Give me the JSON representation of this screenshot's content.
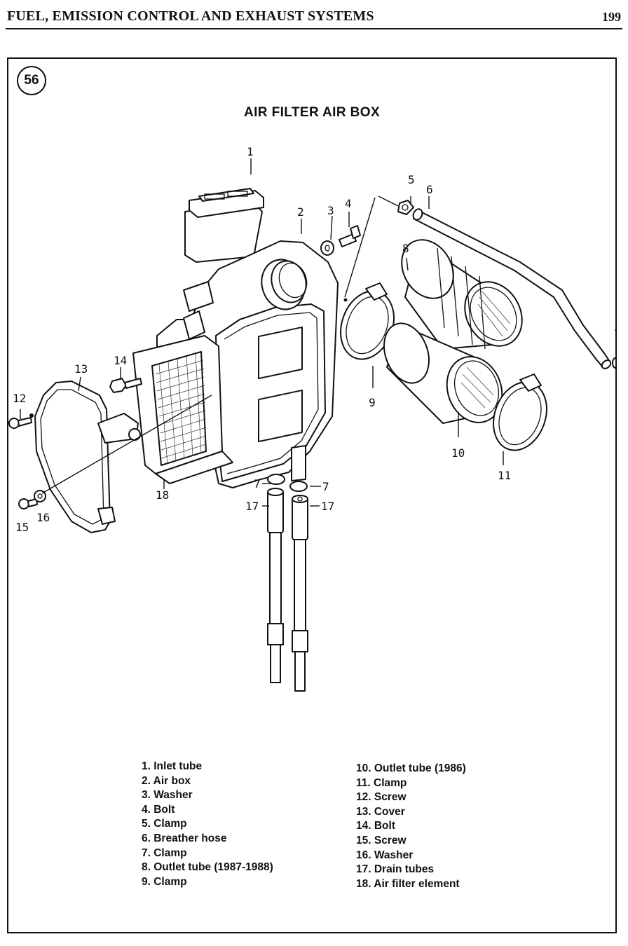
{
  "header": {
    "section_title": "FUEL, EMISSION CONTROL AND EXHAUST SYSTEMS",
    "page_number": "199"
  },
  "figure": {
    "number": "56",
    "title": "AIR FILTER AIR BOX"
  },
  "callouts": [
    "1",
    "2",
    "3",
    "4",
    "5",
    "6",
    "7",
    "8",
    "9",
    "10",
    "11",
    "12",
    "13",
    "14",
    "15",
    "16",
    "17",
    "18"
  ],
  "legend": {
    "left": [
      "1. Inlet tube",
      "2. Air box",
      "3. Washer",
      "4. Bolt",
      "5. Clamp",
      "6. Breather hose",
      "7. Clamp",
      "8. Outlet tube (1987-1988)",
      "9. Clamp"
    ],
    "right": [
      "10. Outlet tube (1986)",
      "11. Clamp",
      "12. Screw",
      "13. Cover",
      "14. Bolt",
      "15. Screw",
      "16. Washer",
      "17. Drain tubes",
      "18. Air filter element"
    ]
  }
}
